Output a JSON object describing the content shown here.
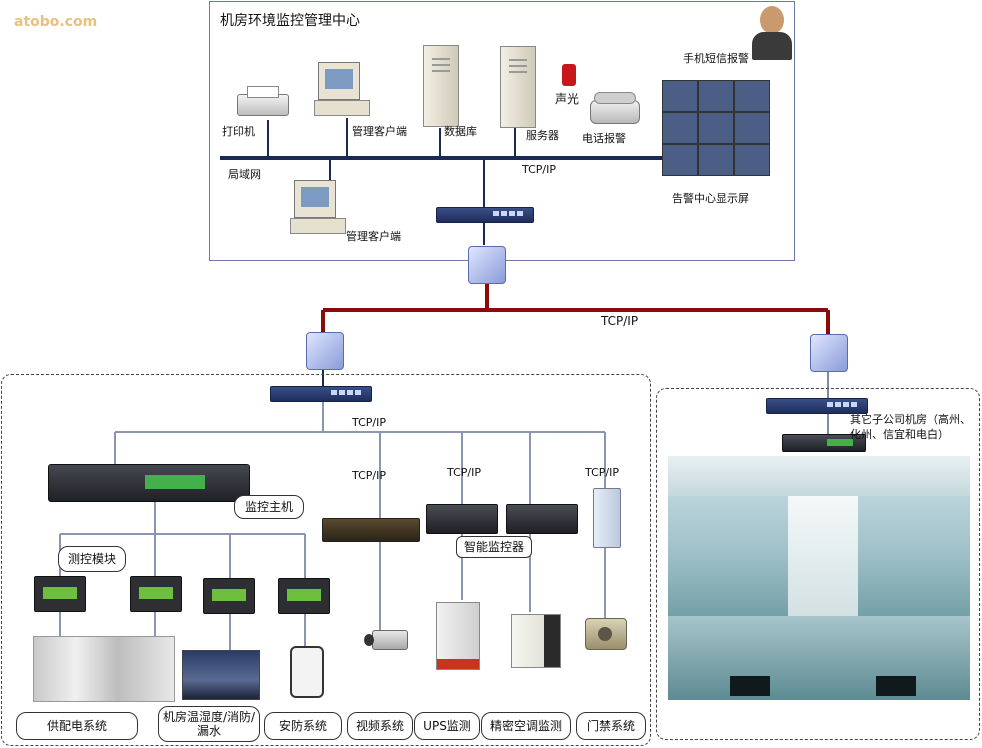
{
  "watermark": "atobo.com",
  "center": {
    "title": "机房环境监控管理中心",
    "lan_label": "局域网",
    "tcpip_label": "TCP/IP",
    "devices": {
      "printer": "打印机",
      "mgmt_client_top": "管理客户端",
      "database": "数据库",
      "server": "服务器",
      "sound_light": "声光",
      "phone_alarm": "电话报警",
      "sms_alarm": "手机短信报警",
      "alarm_display": "告警中心显示屏",
      "mgmt_client_bottom": "管理客户端"
    }
  },
  "wan_label": "TCP/IP",
  "local": {
    "tcpip_main": "TCP/IP",
    "tcpip_video": "TCP/IP",
    "tcpip_smart": "TCP/IP",
    "tcpip_door": "TCP/IP",
    "monitor_host": "监控主机",
    "measure_module": "测控模块",
    "smart_monitor": "智能监控器",
    "systems": [
      "供配电系统",
      "机房温湿度/消防/漏水",
      "安防系统",
      "视频系统",
      "UPS监测",
      "精密空调监测",
      "门禁系统"
    ]
  },
  "branch": {
    "label": "其它子公司机房（高州、化州、信宜和电白）"
  },
  "colors": {
    "lan_line": "#1b2a55",
    "wan_line": "#8b0a0a",
    "branch_line": "#7e8aa8"
  }
}
